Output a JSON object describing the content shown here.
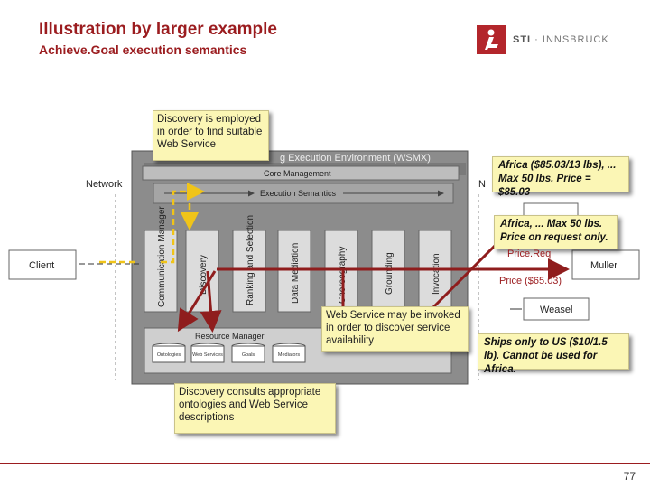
{
  "slide": {
    "title": "Illustration by larger example",
    "subtitle": "Achieve.Goal execution semantics",
    "page_number": "77"
  },
  "logo": {
    "text_bold": "STI",
    "text_rest": " · INNSBRUCK"
  },
  "diagram": {
    "network_label": "Network",
    "network_label_right": "N",
    "client_label": "Client",
    "wsmx_label": "g Execution Environment (WSMX)",
    "core_management": "Core Management",
    "execution_semantics": "Execution Semantics",
    "components": [
      "Communication Manager",
      "Discovery",
      "Ranking and Selection",
      "Data Mediation",
      "Choreography",
      "Grounding",
      "Invocation"
    ],
    "resource_manager": "Resource Manager",
    "repositories": [
      "Ontologies",
      "Web Services",
      "Goals",
      "Mediators"
    ],
    "services": [
      "Muller",
      "Weasel"
    ]
  },
  "notes": {
    "discovery_employed": "Discovery is employed in order to find suitable Web Service",
    "web_service_invoked": "Web Service may be invoked in order to discover service availability",
    "discovery_consults": "Discovery consults appropriate ontologies and Web Service descriptions",
    "africa_max": "Africa ($85.03/13 lbs), ... Max 50 lbs. Price = $85.03",
    "africa_request": "Africa, ... Max 50 lbs. Price on request only.",
    "ships_only": "Ships only to US ($10/1.5 lb). Cannot be used for Africa."
  },
  "labels": {
    "price_req": "Price.Req",
    "price_value": "Price ($65.03)"
  },
  "colors": {
    "brand": "#9b1c1f",
    "note_bg": "#fbf6b5",
    "arrow_yellow": "#f0c419",
    "arrow_red": "#8f1d1d"
  }
}
